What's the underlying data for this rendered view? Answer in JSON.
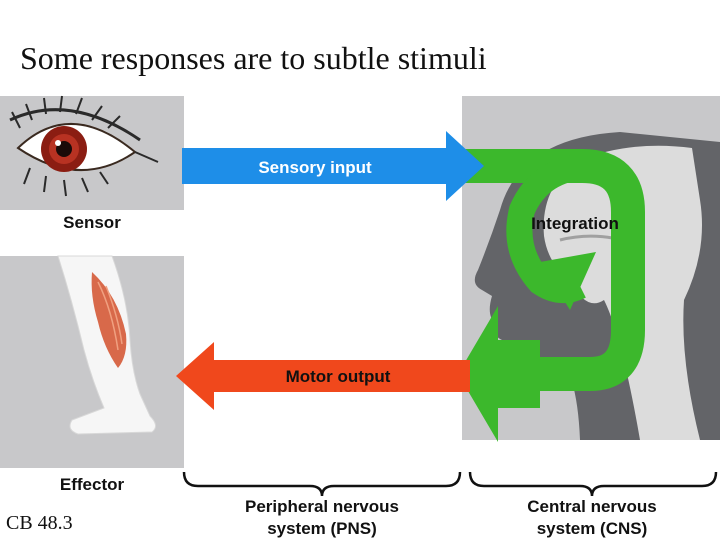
{
  "slide": {
    "title": "Some responses are to subtle stimuli",
    "reference": "CB 48.3"
  },
  "diagram": {
    "sensor_label": "Sensor",
    "effector_label": "Effector",
    "sensory_input_label": "Sensory input",
    "motor_output_label": "Motor output",
    "integration_label": "Integration",
    "pns_label_line1": "Peripheral nervous",
    "pns_label_line2": "system (PNS)",
    "cns_label_line1": "Central nervous",
    "cns_label_line2": "system (CNS)"
  },
  "colors": {
    "sensory_arrow": "#1e8ee8",
    "motor_arrow": "#f0481c",
    "integration_loop": "#3cb82c",
    "panel_gray": "#c8c8ca",
    "head_silhouette": "#636468",
    "skull": "#dcdcdc",
    "leg_muscle": "#d8694a",
    "eye_iris": "#8b1d12"
  }
}
